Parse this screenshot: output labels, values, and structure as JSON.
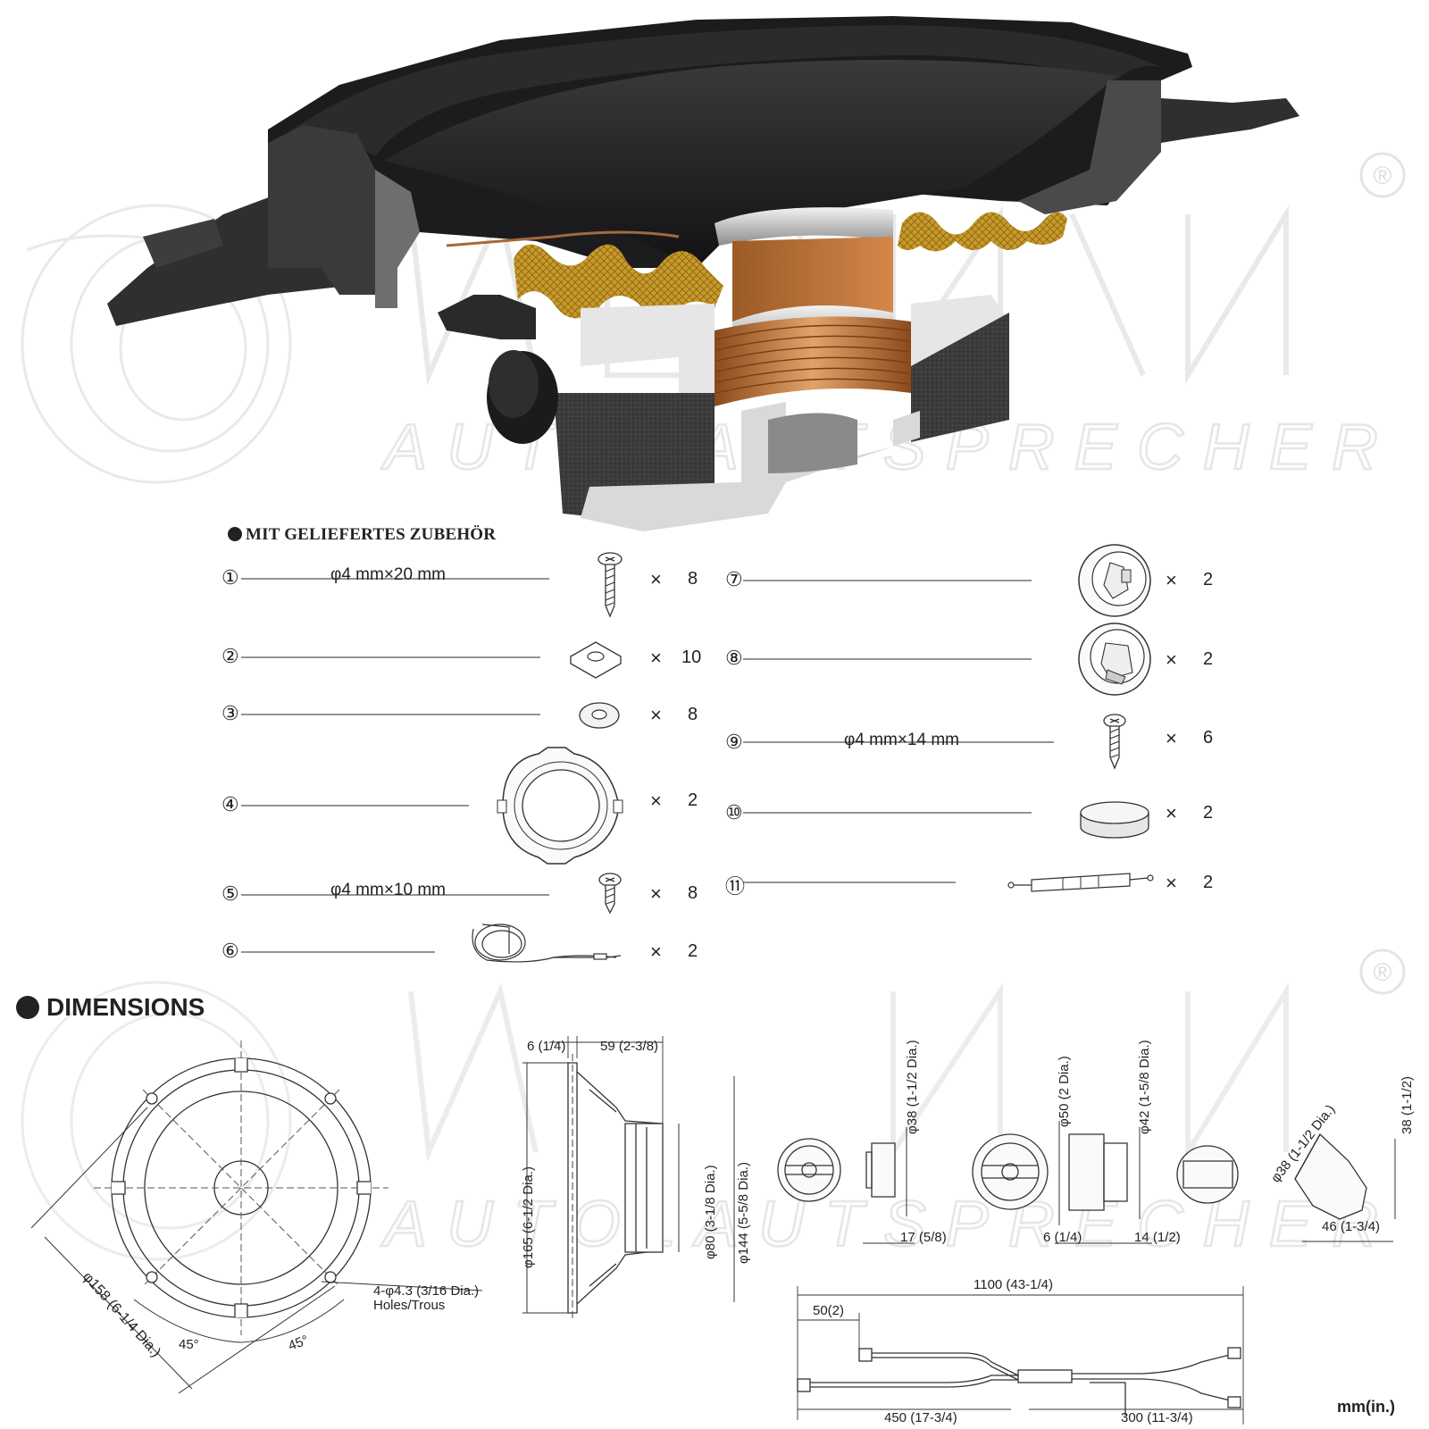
{
  "accessories": {
    "heading": "MIT GELIEFERTES ZUBEHÖR",
    "times_symbol": "×",
    "items": [
      {
        "num": "①",
        "spec": "φ4 mm×20 mm",
        "qty": "8",
        "icon": "tapping-screw-icon"
      },
      {
        "num": "②",
        "spec": "",
        "qty": "10",
        "icon": "speed-nut-icon"
      },
      {
        "num": "③",
        "spec": "",
        "qty": "8",
        "icon": "washer-icon"
      },
      {
        "num": "④",
        "spec": "",
        "qty": "2",
        "icon": "mounting-bracket-icon"
      },
      {
        "num": "⑤",
        "spec": "φ4 mm×10 mm",
        "qty": "8",
        "icon": "tapping-screw-icon"
      },
      {
        "num": "⑥",
        "spec": "",
        "qty": "2",
        "icon": "speaker-cable-icon"
      },
      {
        "num": "⑦",
        "spec": "",
        "qty": "2",
        "icon": "tweeter-flush-mount-icon"
      },
      {
        "num": "⑧",
        "spec": "",
        "qty": "2",
        "icon": "tweeter-angle-mount-icon"
      },
      {
        "num": "⑨",
        "spec": "φ4 mm×14 mm",
        "qty": "6",
        "icon": "tapping-screw-icon"
      },
      {
        "num": "⑩",
        "spec": "",
        "qty": "2",
        "icon": "adhesive-pad-icon"
      },
      {
        "num": "⑪",
        "spec": "",
        "qty": "2",
        "icon": "capacitor-icon"
      }
    ]
  },
  "dimensions": {
    "heading": "DIMENSIONS",
    "front": {
      "diameter": "φ158 (6-1/4 Dia.)",
      "holes_line1": "4-φ4.3 (3/16 Dia.)",
      "holes_line2": "Holes/Trous",
      "angle_left": "45°",
      "angle_right": "45°"
    },
    "side": {
      "flange": "6 (1/4)",
      "depth": "59 (2-3/8)",
      "outer_dia": "φ165 (6-1/2 Dia.)",
      "magnet_dia": "φ80 (3-1/8 Dia.)",
      "mount_dia": "φ144 (5-5/8 Dia.)"
    },
    "tweeter_a": {
      "dia": "φ38 (1-1/2 Dia.)",
      "depth": "17 (5/8)"
    },
    "tweeter_b": {
      "outer_dia": "φ50 (2 Dia.)",
      "inner_dia": "φ42 (1-5/8 Dia.)",
      "flange": "6 (1/4)",
      "depth": "14 (1/2)"
    },
    "tweeter_c": {
      "dia": "φ38 (1-1/2 Dia.)",
      "height": "38 (1-1/2)",
      "width": "46 (1-3/4)"
    },
    "cable": {
      "total": "1100 (43-1/4)",
      "stub": "50(2)",
      "left": "450 (17-3/4)",
      "right": "300 (11-3/4)"
    },
    "unit": "mm(in.)"
  },
  "watermark": {
    "brand_line": "AUTOLAUTSPRECHER",
    "registered": "®"
  }
}
